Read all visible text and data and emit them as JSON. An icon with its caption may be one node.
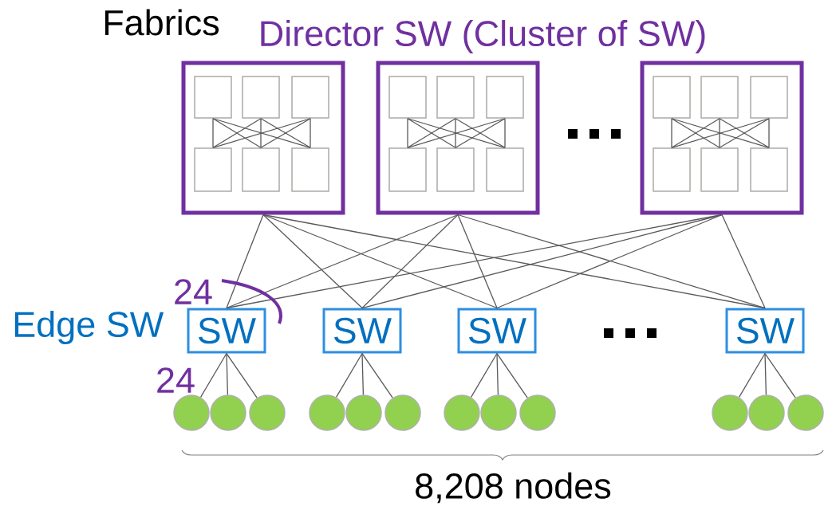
{
  "diagram": {
    "nodes": [
      {
        "text": [],
        "shape": "box"
      },
      {
        "text": [],
        "shape": "box",
        "in": 0
      },
      {
        "text": [],
        "shape": "box",
        "in": 0
      },
      {
        "text": [],
        "shape": "box",
        "in": 0
      },
      {
        "text": [],
        "shape": "box",
        "in": 0
      },
      {
        "text": [],
        "shape": "box",
        "in": 0
      },
      {
        "text": [],
        "shape": "box",
        "in": 0
      },
      {
        "text": [],
        "shape": "box"
      },
      {
        "text": [],
        "shape": "box",
        "in": 7
      },
      {
        "text": [],
        "shape": "box",
        "in": 7
      },
      {
        "text": [],
        "shape": "box",
        "in": 7
      },
      {
        "text": [],
        "shape": "box",
        "in": 7
      },
      {
        "text": [],
        "shape": "box",
        "in": 7
      },
      {
        "text": [],
        "shape": "box",
        "in": 7
      },
      {
        "text": [],
        "shape": "box"
      },
      {
        "text": [],
        "shape": "box",
        "in": 14
      },
      {
        "text": [],
        "shape": "box",
        "in": 14
      },
      {
        "text": [],
        "shape": "box",
        "in": 14
      },
      {
        "text": [],
        "shape": "box",
        "in": 14
      },
      {
        "text": [],
        "shape": "box",
        "in": 14
      },
      {
        "text": [],
        "shape": "box",
        "in": 14
      },
      {
        "text": [
          "SW"
        ]
      },
      {
        "text": [
          "SW"
        ]
      },
      {
        "text": [
          "SW"
        ]
      },
      {
        "text": [
          "SW"
        ]
      },
      {
        "text": [],
        "shape": "circle"
      },
      {
        "text": [],
        "shape": "circle"
      },
      {
        "text": [],
        "shape": "circle"
      },
      {
        "text": [],
        "shape": "circle"
      },
      {
        "text": [],
        "shape": "circle"
      },
      {
        "text": [],
        "shape": "circle"
      },
      {
        "text": [],
        "shape": "circle"
      },
      {
        "text": [],
        "shape": "circle"
      },
      {
        "text": [],
        "shape": "circle"
      },
      {
        "text": [],
        "shape": "circle"
      },
      {
        "text": [],
        "shape": "circle"
      },
      {
        "text": [],
        "shape": "circle"
      }
    ],
    "edges": [
      {
        "from": 1,
        "to": 4,
        "arrow": "none"
      },
      {
        "from": 1,
        "to": 5,
        "arrow": "none"
      },
      {
        "from": 1,
        "to": 6,
        "arrow": "none"
      },
      {
        "from": 2,
        "to": 4,
        "arrow": "none"
      },
      {
        "from": 2,
        "to": 5,
        "arrow": "none"
      },
      {
        "from": 2,
        "to": 6,
        "arrow": "none"
      },
      {
        "from": 3,
        "to": 4,
        "arrow": "none"
      },
      {
        "from": 3,
        "to": 5,
        "arrow": "none"
      },
      {
        "from": 3,
        "to": 6,
        "arrow": "none"
      },
      {
        "from": 8,
        "to": 11,
        "arrow": "none"
      },
      {
        "from": 8,
        "to": 12,
        "arrow": "none"
      },
      {
        "from": 8,
        "to": 13,
        "arrow": "none"
      },
      {
        "from": 9,
        "to": 11,
        "arrow": "none"
      },
      {
        "from": 9,
        "to": 12,
        "arrow": "none"
      },
      {
        "from": 9,
        "to": 13,
        "arrow": "none"
      },
      {
        "from": 10,
        "to": 11,
        "arrow": "none"
      },
      {
        "from": 10,
        "to": 12,
        "arrow": "none"
      },
      {
        "from": 10,
        "to": 13,
        "arrow": "none"
      },
      {
        "from": 15,
        "to": 18,
        "arrow": "none"
      },
      {
        "from": 15,
        "to": 19,
        "arrow": "none"
      },
      {
        "from": 15,
        "to": 20,
        "arrow": "none"
      },
      {
        "from": 16,
        "to": 18,
        "arrow": "none"
      },
      {
        "from": 16,
        "to": 19,
        "arrow": "none"
      },
      {
        "from": 16,
        "to": 20,
        "arrow": "none"
      },
      {
        "from": 17,
        "to": 18,
        "arrow": "none"
      },
      {
        "from": 17,
        "to": 19,
        "arrow": "none"
      },
      {
        "from": 17,
        "to": 20,
        "arrow": "none"
      },
      {
        "from": 0,
        "to": 21,
        "arrow": "none"
      },
      {
        "from": 0,
        "to": 22,
        "arrow": "none"
      },
      {
        "from": 0,
        "to": 23,
        "arrow": "none"
      },
      {
        "from": 0,
        "to": 24,
        "arrow": "none"
      },
      {
        "from": 7,
        "to": 21,
        "arrow": "none"
      },
      {
        "from": 7,
        "to": 22,
        "arrow": "none"
      },
      {
        "from": 7,
        "to": 23,
        "arrow": "none"
      },
      {
        "from": 7,
        "to": 24,
        "arrow": "none"
      },
      {
        "from": 14,
        "to": 21,
        "arrow": "none"
      },
      {
        "from": 14,
        "to": 22,
        "arrow": "none"
      },
      {
        "from": 14,
        "to": 23,
        "arrow": "none"
      },
      {
        "from": 14,
        "to": 24,
        "arrow": "none"
      },
      {
        "from": 21,
        "to": 25,
        "arrow": "none"
      },
      {
        "from": 21,
        "to": 26,
        "arrow": "none"
      },
      {
        "from": 21,
        "to": 27,
        "arrow": "none"
      },
      {
        "from": 22,
        "to": 28,
        "arrow": "none"
      },
      {
        "from": 22,
        "to": 29,
        "arrow": "none"
      },
      {
        "from": 22,
        "to": 30,
        "arrow": "none"
      },
      {
        "from": 23,
        "to": 31,
        "arrow": "none"
      },
      {
        "from": 23,
        "to": 32,
        "arrow": "none"
      },
      {
        "from": 23,
        "to": 33,
        "arrow": "none"
      },
      {
        "from": 24,
        "to": 34,
        "arrow": "none"
      },
      {
        "from": 24,
        "to": 35,
        "arrow": "none"
      },
      {
        "from": 24,
        "to": 36,
        "arrow": "none"
      }
    ],
    "labels": [
      "Fabrics",
      "Director SW (Cluster of SW)",
      "Edge SW",
      "24",
      "24",
      "8,208 nodes"
    ]
  }
}
